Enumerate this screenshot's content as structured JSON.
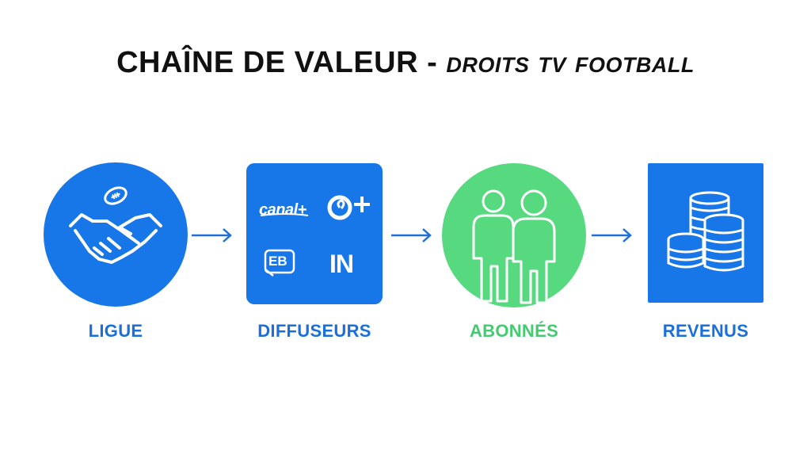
{
  "title": {
    "part1": "CHAÎNE DE VALEUR -",
    "part2": "DROITS TV FOOTBALL"
  },
  "colors": {
    "blue": "#1877e8",
    "green": "#56d97f",
    "arrow": "#1f6fd9",
    "label_blue": "#1a6fd8",
    "label_green": "#45c971"
  },
  "steps": [
    {
      "label": "LIGUE",
      "icon": "handshake-football-icon"
    },
    {
      "label": "DIFFUSEURS",
      "icon": "broadcaster-logos-icon",
      "logos": [
        "canal+",
        "EB",
        "IN"
      ]
    },
    {
      "label": "ABONNÉS",
      "icon": "people-icon"
    },
    {
      "label": "REVENUS",
      "icon": "coin-stacks-icon"
    }
  ]
}
